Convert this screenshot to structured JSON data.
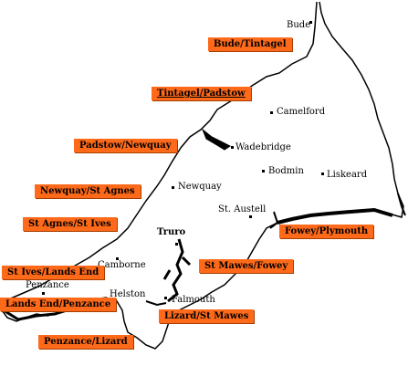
{
  "towns": {
    "bude": "Bude",
    "camelford": "Camelford",
    "wadebridge": "Wadebridge",
    "bodmin": "Bodmin",
    "liskeard": "Liskeard",
    "newquay": "Newquay",
    "st_austell": "St. Austell",
    "truro": "Truro",
    "camborne": "Camborne",
    "penzance": "Penzance",
    "helston": "Helston",
    "falmouth": "Falmouth"
  },
  "segments": {
    "bude_tintagel": "Bude/Tintagel",
    "tintagel_padstow": "Tintagel/Padstow",
    "padstow_newquay": "Padstow/Newquay",
    "newquay_stagnes": "Newquay/St Agnes",
    "stagnes_stives": "St Agnes/St Ives",
    "stives_landsend": "St Ives/Lands End",
    "landsend_penzance": "Lands End/Penzance",
    "penzance_lizard": "Penzance/Lizard",
    "lizard_stmawes": "Lizard/St Mawes",
    "stmawes_fowey": "St Mawes/Fowey",
    "fowey_plymouth": "Fowey/Plymouth"
  },
  "colors": {
    "segment_fill": "#ff6a1a",
    "coastline": "#000000"
  }
}
